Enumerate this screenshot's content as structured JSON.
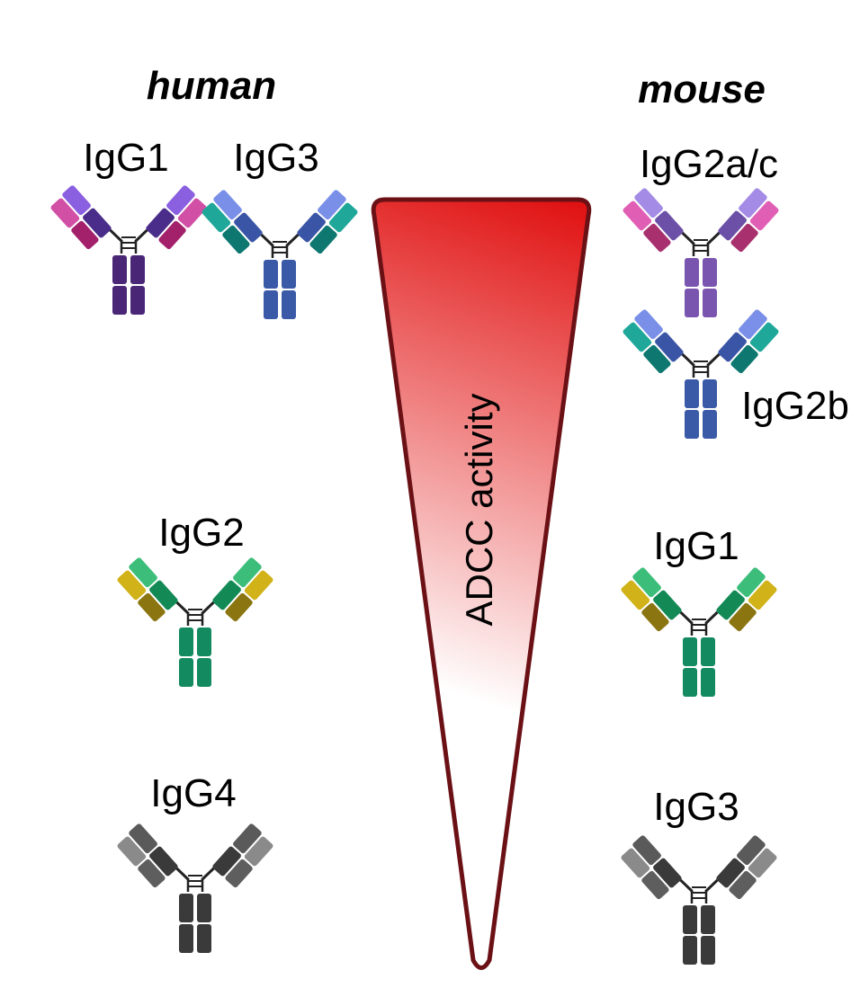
{
  "species": {
    "human": "human",
    "mouse": "mouse"
  },
  "gradient": {
    "label": "ADCC activity",
    "colors": {
      "high": "#e01010",
      "low": "#ffffff",
      "outline": "#6b1116"
    }
  },
  "human": [
    {
      "label": "IgG1",
      "colors": {
        "outer": "#d14fa5",
        "outer_dark": "#a3206b",
        "inner": "#8a5fe0",
        "inner_dark": "#4a2d8a",
        "stem": "#4a2677"
      }
    },
    {
      "label": "IgG3",
      "colors": {
        "outer": "#1fa89a",
        "outer_dark": "#0e7770",
        "inner": "#7a8fe8",
        "inner_dark": "#3a55a6",
        "stem": "#3a5aa8"
      }
    },
    {
      "label": "IgG2",
      "colors": {
        "outer": "#d1b218",
        "outer_dark": "#8a7510",
        "inner": "#3cbe7a",
        "inner_dark": "#138a55",
        "stem": "#138a60"
      }
    },
    {
      "label": "IgG4",
      "colors": {
        "outer": "#8a8a8a",
        "outer_dark": "#5e5e5e",
        "inner": "#5a5a5a",
        "inner_dark": "#3a3a3a",
        "stem": "#3a3a3a"
      }
    }
  ],
  "mouse": [
    {
      "label": "IgG2a/c",
      "colors": {
        "outer": "#e05fb5",
        "outer_dark": "#a8306e",
        "inner": "#a48be6",
        "inner_dark": "#6c50a8",
        "stem": "#7a55b0"
      }
    },
    {
      "label": "IgG2b",
      "colors": {
        "outer": "#1fa89a",
        "outer_dark": "#0e7770",
        "inner": "#7a8fe8",
        "inner_dark": "#3a55a6",
        "stem": "#3a5aa8"
      }
    },
    {
      "label": "IgG1",
      "colors": {
        "outer": "#d1b218",
        "outer_dark": "#8a7510",
        "inner": "#3cbe7a",
        "inner_dark": "#138a55",
        "stem": "#138a60"
      }
    },
    {
      "label": "IgG3",
      "colors": {
        "outer": "#8a8a8a",
        "outer_dark": "#5e5e5e",
        "inner": "#5a5a5a",
        "inner_dark": "#3a3a3a",
        "stem": "#3a3a3a"
      }
    }
  ]
}
